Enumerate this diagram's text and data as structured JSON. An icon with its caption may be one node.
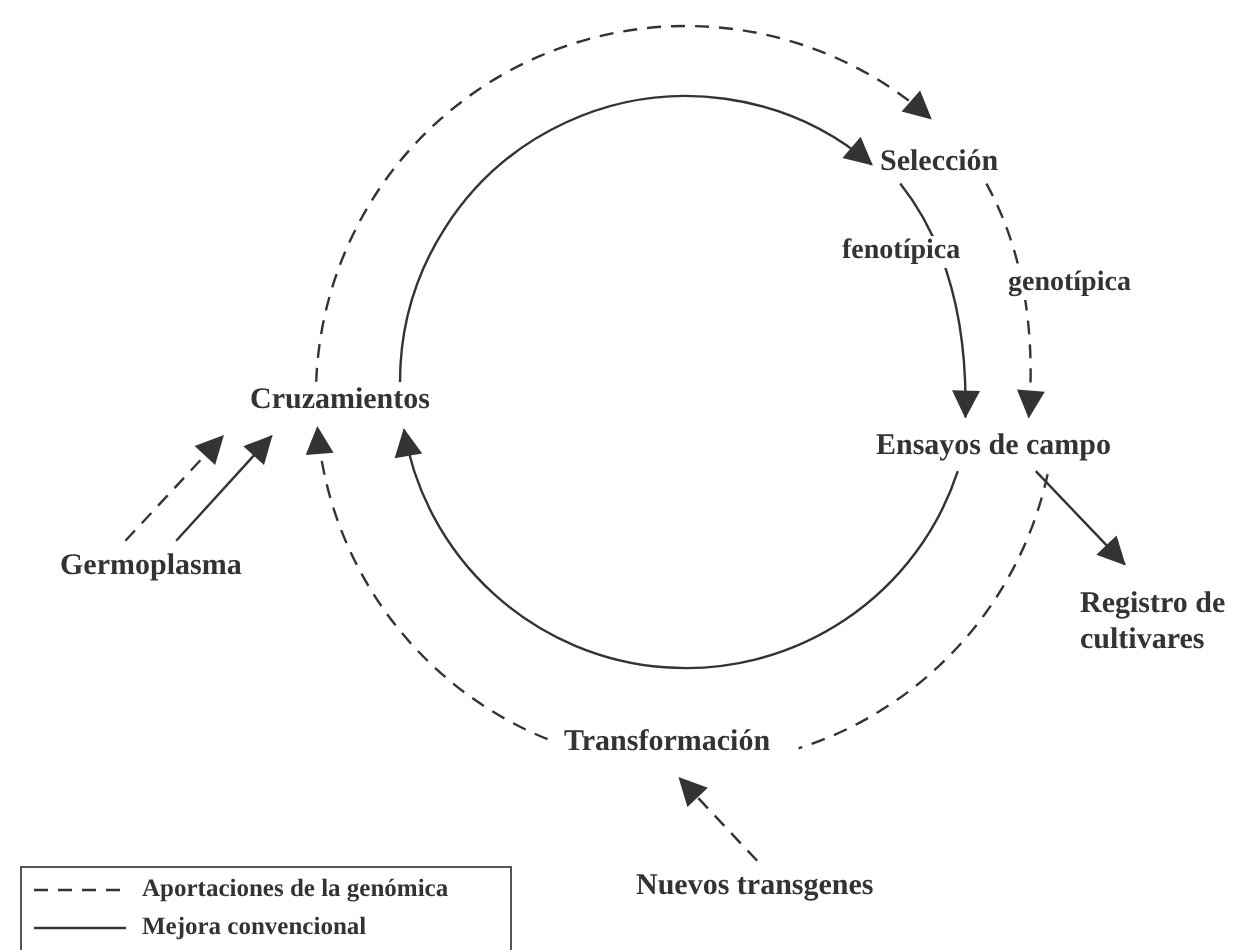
{
  "diagram": {
    "nodes": [
      {
        "text": [
          "Selección"
        ]
      },
      {
        "text": [
          "Cruzamientos"
        ]
      },
      {
        "text": [
          "Ensayos de campo"
        ]
      },
      {
        "text": [
          "Germoplasma"
        ]
      },
      {
        "text": [
          "Registro de cultivares"
        ]
      },
      {
        "text": [
          "Transformación"
        ]
      },
      {
        "text": [
          "Nuevos transgenes"
        ]
      }
    ],
    "edges": [
      {
        "from": 1,
        "to": 0,
        "arrow": "to"
      },
      {
        "from": 1,
        "to": 0,
        "arrow": "to",
        "style": "dashed"
      },
      {
        "from": 0,
        "to": 2,
        "arrow": "to",
        "label": "fenotípica"
      },
      {
        "from": 0,
        "to": 2,
        "arrow": "to",
        "style": "dashed",
        "label": "genotípica"
      },
      {
        "from": 2,
        "to": 1,
        "arrow": "to"
      },
      {
        "from": 2,
        "to": 5,
        "arrow": "none",
        "style": "dashed"
      },
      {
        "from": 5,
        "to": 1,
        "arrow": "to",
        "style": "dashed"
      },
      {
        "from": 3,
        "to": 1,
        "arrow": "to",
        "style": "dashed"
      },
      {
        "from": 3,
        "to": 1,
        "arrow": "to"
      },
      {
        "from": 2,
        "to": 4,
        "arrow": "to"
      },
      {
        "from": 6,
        "to": 5,
        "arrow": "to",
        "style": "dashed"
      }
    ],
    "legend": [
      {
        "text": "Aportaciones de la genómica"
      },
      {
        "text": "Mejora convencional"
      }
    ]
  }
}
